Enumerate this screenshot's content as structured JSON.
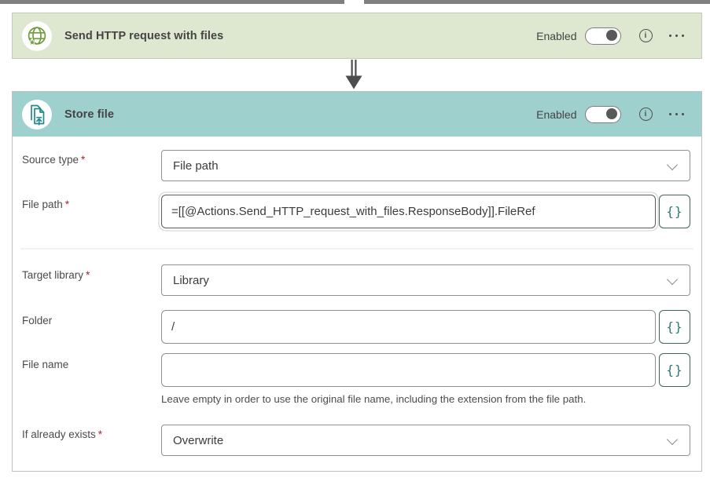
{
  "colors": {
    "top_bar_gray": "#7f7f7f",
    "block1_header_bg": "#dee7d0",
    "block2_header_bg": "#9ed0ce",
    "accent_green": "#6f9c3e",
    "accent_teal": "#238a8a",
    "expression_brace": "#2b7a70",
    "required_red": "#a4262c",
    "toggle_knob": "#595959"
  },
  "block1": {
    "title": "Send HTTP request with files",
    "enabled_label": "Enabled"
  },
  "block2": {
    "title": "Store file",
    "enabled_label": "Enabled",
    "source_type": {
      "label": "Source type",
      "required_mark": "*",
      "value": "File path"
    },
    "file_path": {
      "label": "File path",
      "required_mark": "*",
      "value": "=[[@Actions.Send_HTTP_request_with_files.ResponseBody]].FileRef",
      "expression_button_label": "{}"
    },
    "target_library": {
      "label": "Target library",
      "required_mark": "*",
      "value": "Library"
    },
    "folder": {
      "label": "Folder",
      "value": "/",
      "expression_button_label": "{}"
    },
    "file_name": {
      "label": "File name",
      "value": "",
      "help": "Leave empty in order to use the original file name, including the extension from the file path.",
      "expression_button_label": "{}"
    },
    "if_already_exists": {
      "label": "If already exists",
      "required_mark": "*",
      "value": "Overwrite"
    }
  }
}
